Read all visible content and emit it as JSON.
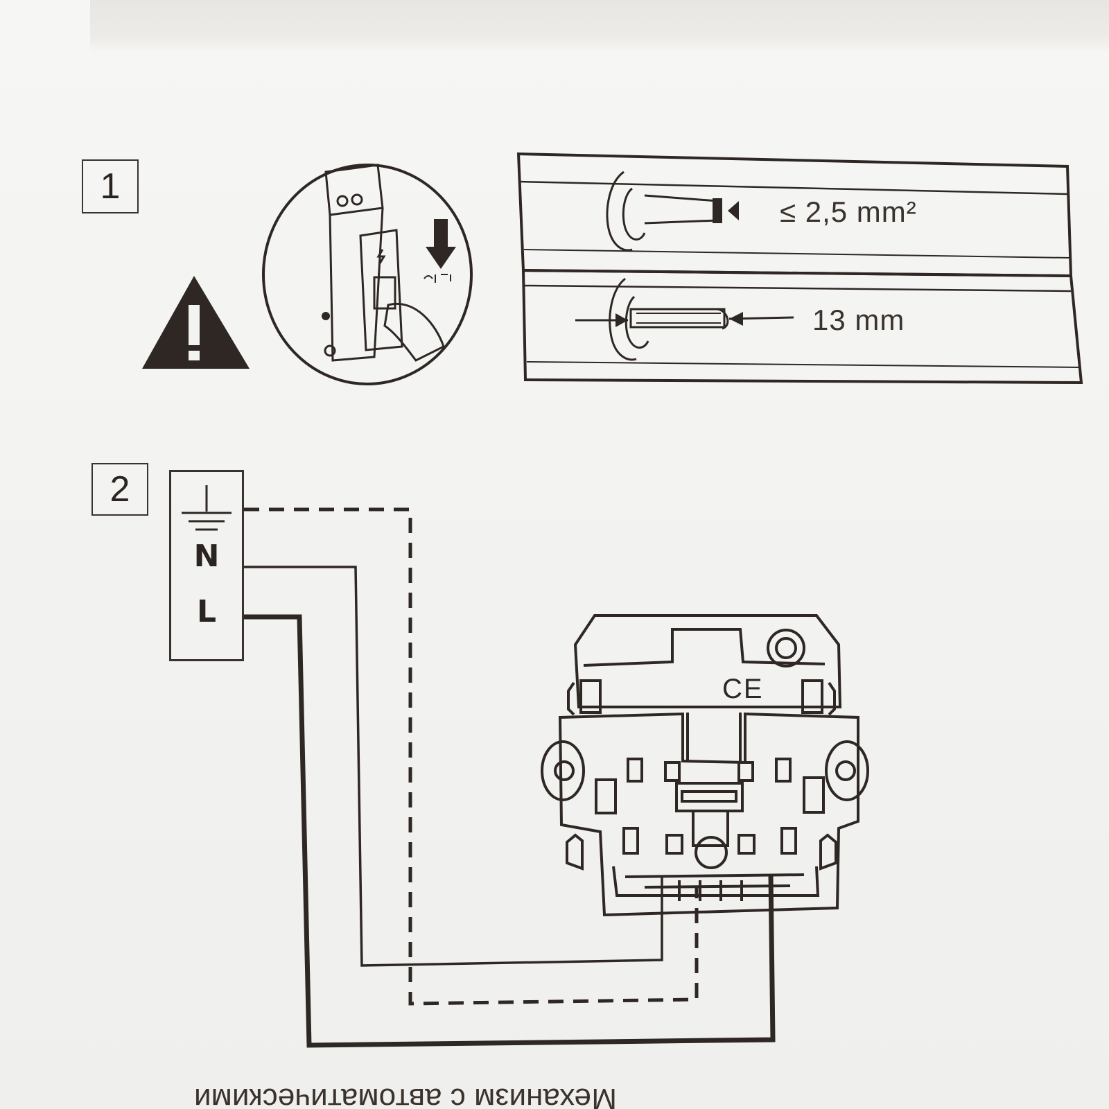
{
  "steps": {
    "step1": "1",
    "step2": "2"
  },
  "wire_spec": {
    "cross_section": "≤ 2,5 mm²",
    "strip_length": "13 mm"
  },
  "breaker_graphic": {
    "off_label": "OFF"
  },
  "terminals": {
    "earth_symbol": "earth-symbol",
    "neutral": "N",
    "live": "L"
  },
  "socket": {
    "mark": "CE"
  },
  "footer": {
    "text": "Механизм с автоматическими"
  },
  "icons": [
    "warning-icon",
    "breaker-off-icon",
    "earth-symbol-icon",
    "socket-icon"
  ],
  "colors": {
    "ink": "#2a2420",
    "paper": "#f3f3f1"
  }
}
